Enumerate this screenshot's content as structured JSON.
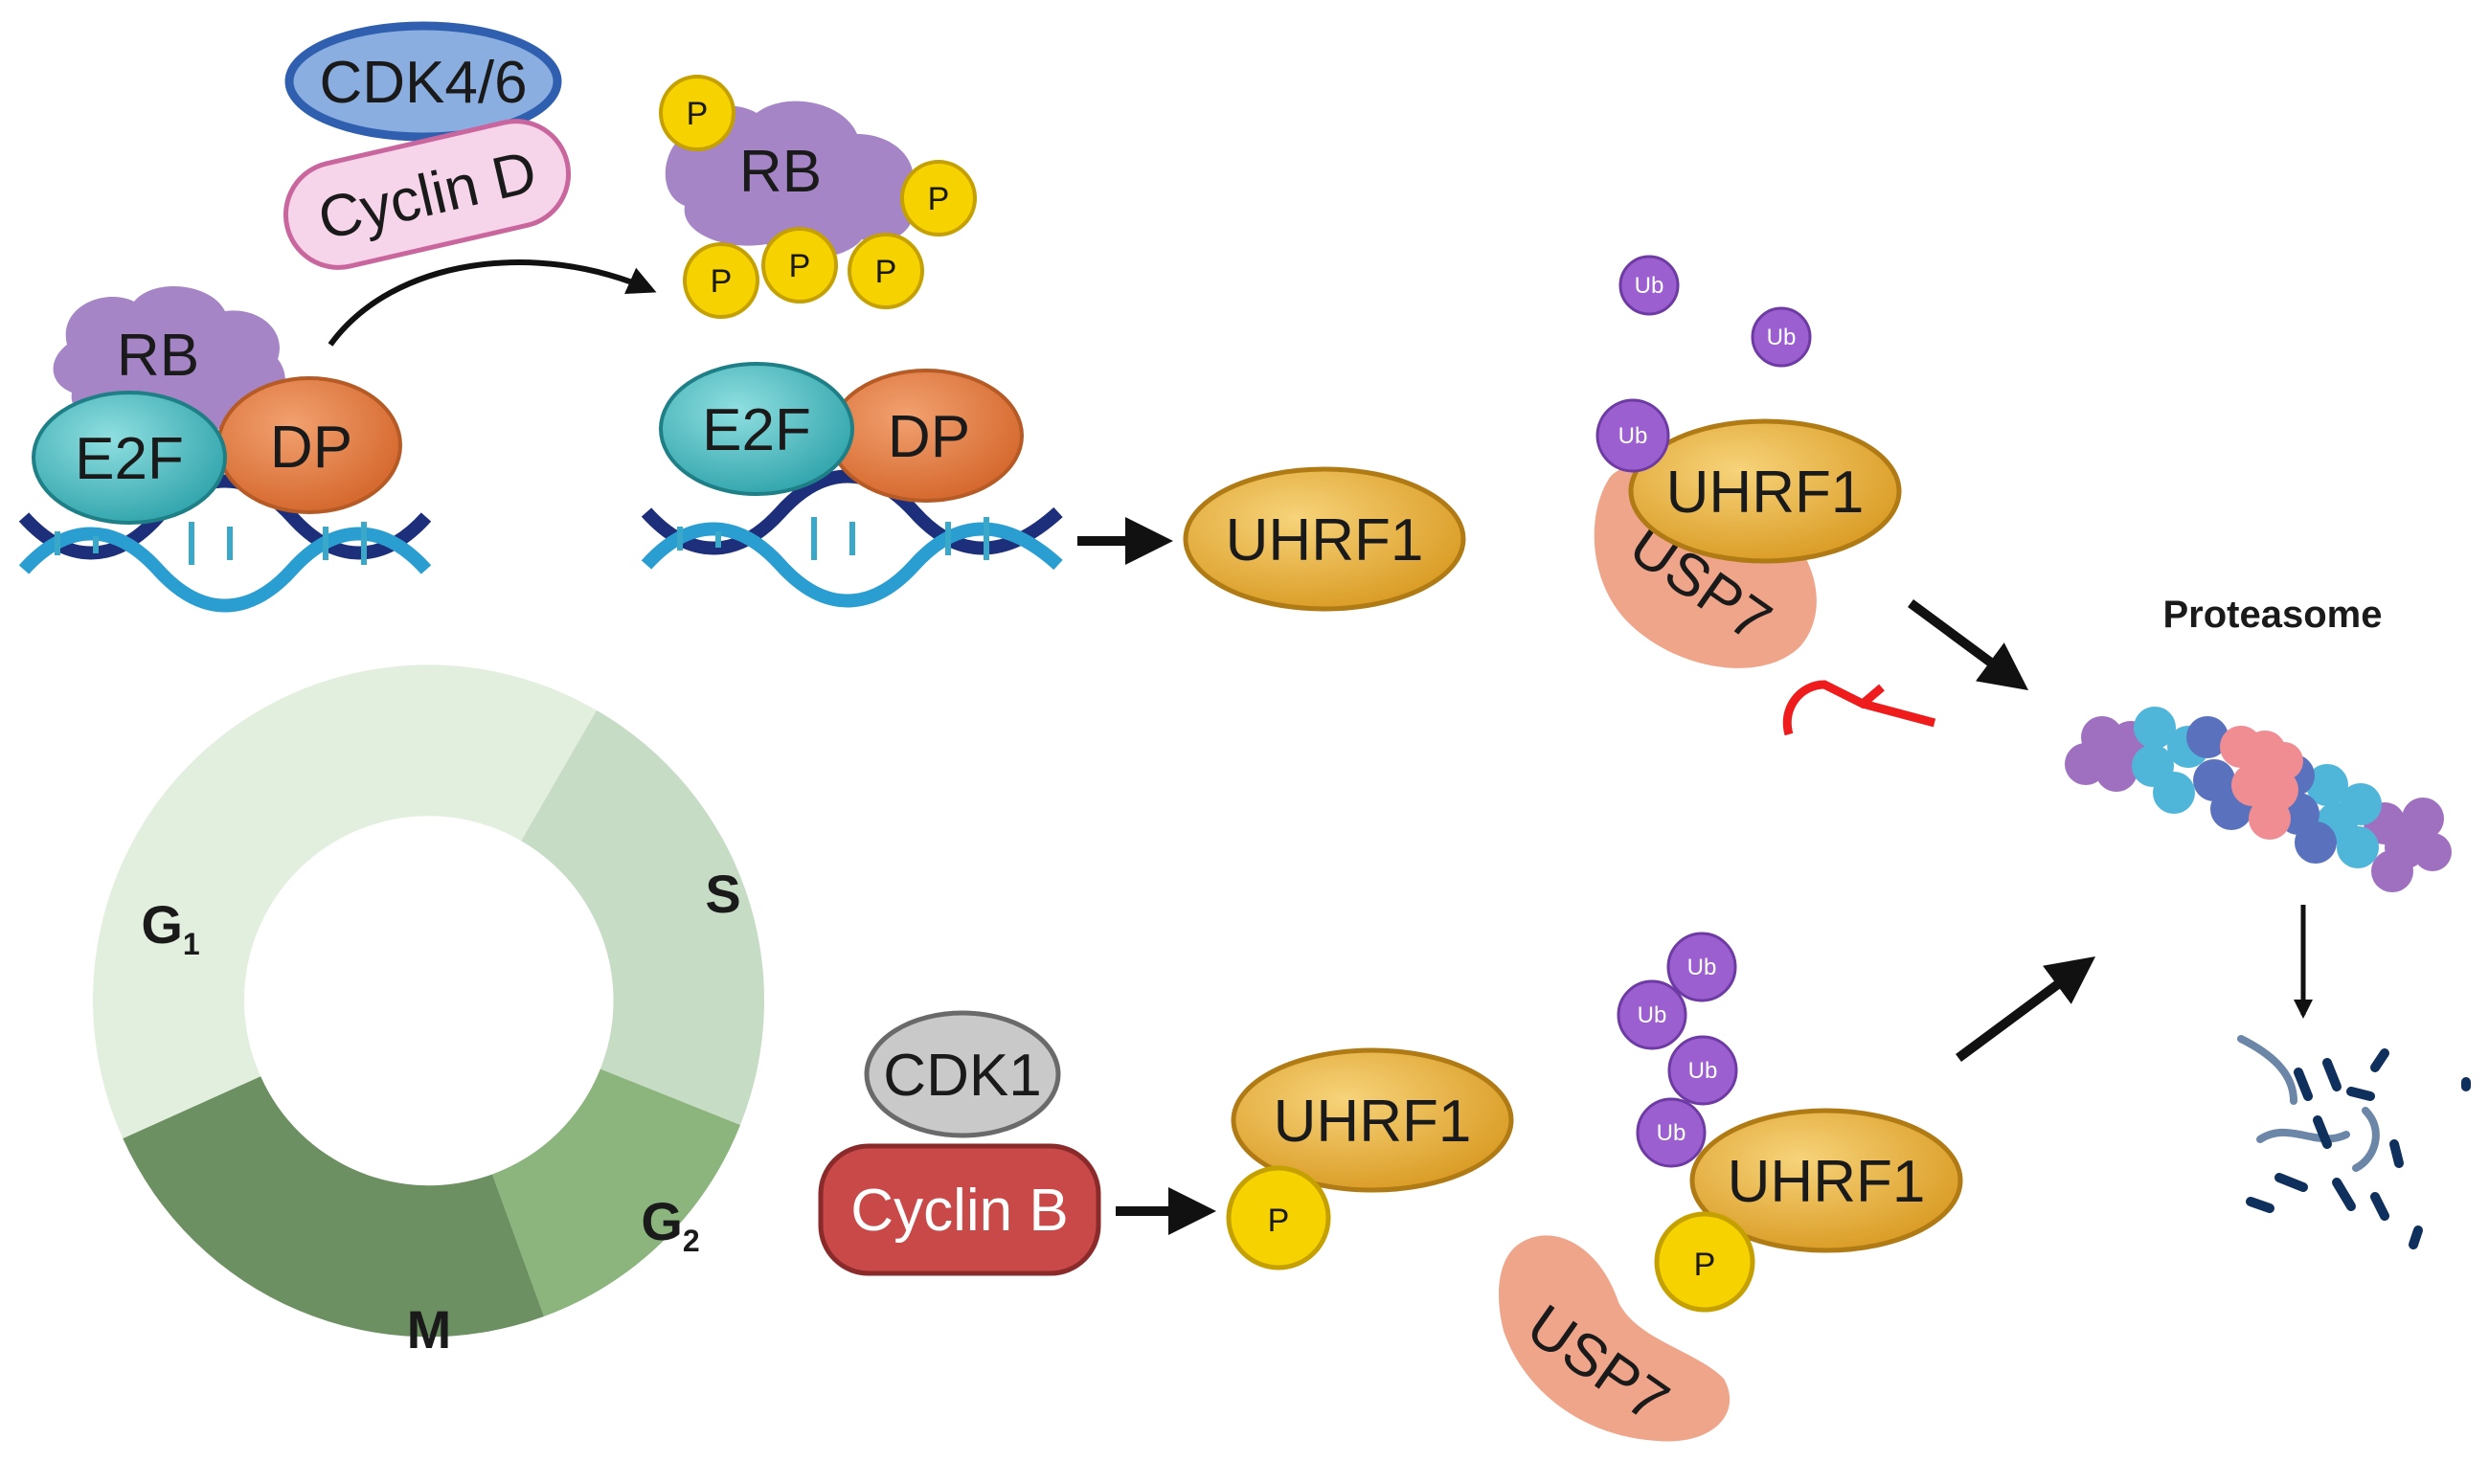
{
  "labels": {
    "cdk46": "CDK4/6",
    "cyclin_d": "Cyclin D",
    "rb": "RB",
    "e2f": "E2F",
    "dp": "DP",
    "p": "P",
    "uhrf1": "UHRF1",
    "usp7": "USP7",
    "ub": "Ub",
    "proteasome": "Proteasome",
    "cdk1": "CDK1",
    "cyclin_b": "Cyclin B"
  },
  "cell_cycle": {
    "phases": [
      {
        "name": "G",
        "sub": "1"
      },
      {
        "name": "S",
        "sub": ""
      },
      {
        "name": "G",
        "sub": "2"
      },
      {
        "name": "M",
        "sub": ""
      }
    ]
  },
  "colors": {
    "cdk46": "#8aaee0",
    "cyclin_d": "#f6d4ea",
    "rb": "#a585c6",
    "e2f": "#5cc2c7",
    "dp": "#e7834a",
    "phospho": "#f6d200",
    "uhrf1": "#e8b03a",
    "usp7": "#efa58a",
    "ub": "#9b5fcf",
    "cdk1": "#c9c9c9",
    "cyclin_b": "#c94848",
    "inhibit": "#ee1c1c",
    "g1": "#e3efde",
    "s": "#c6dcc4",
    "g2": "#8cb57e",
    "m": "#6c9061"
  }
}
